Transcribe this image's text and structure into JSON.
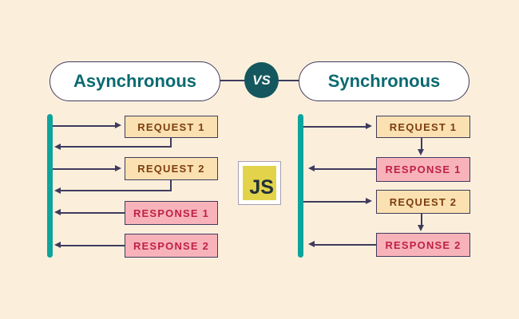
{
  "colors": {
    "background": "#fbefdc",
    "outline": "#3f3b5e",
    "pill_bg": "#ffffff",
    "pill_text": "#0b6a70",
    "vs_bg": "#14575e",
    "vs_text": "#f5f7f7",
    "bar": "#0ca49c",
    "request_bg": "#fbe1b1",
    "request_text": "#7c3d10",
    "response_bg": "#f8b3ba",
    "response_text": "#bf2145",
    "js_bg": "#e2d34b",
    "js_border": "#a79db4",
    "js_text": "#20303a"
  },
  "header": {
    "left_pill": "Asynchronous",
    "vs": "VS",
    "right_pill": "Synchronous"
  },
  "badge": {
    "js": "JS"
  },
  "async_column": {
    "boxes": [
      {
        "label": "REQUEST 1",
        "kind": "request"
      },
      {
        "label": "REQUEST 2",
        "kind": "request"
      },
      {
        "label": "RESPONSE 1",
        "kind": "response"
      },
      {
        "label": "RESPONSE 2",
        "kind": "response"
      }
    ]
  },
  "sync_column": {
    "boxes": [
      {
        "label": "REQUEST 1",
        "kind": "request"
      },
      {
        "label": "RESPONSE 1",
        "kind": "response"
      },
      {
        "label": "REQUEST 2",
        "kind": "request"
      },
      {
        "label": "RESPONSE 2",
        "kind": "response"
      }
    ]
  }
}
